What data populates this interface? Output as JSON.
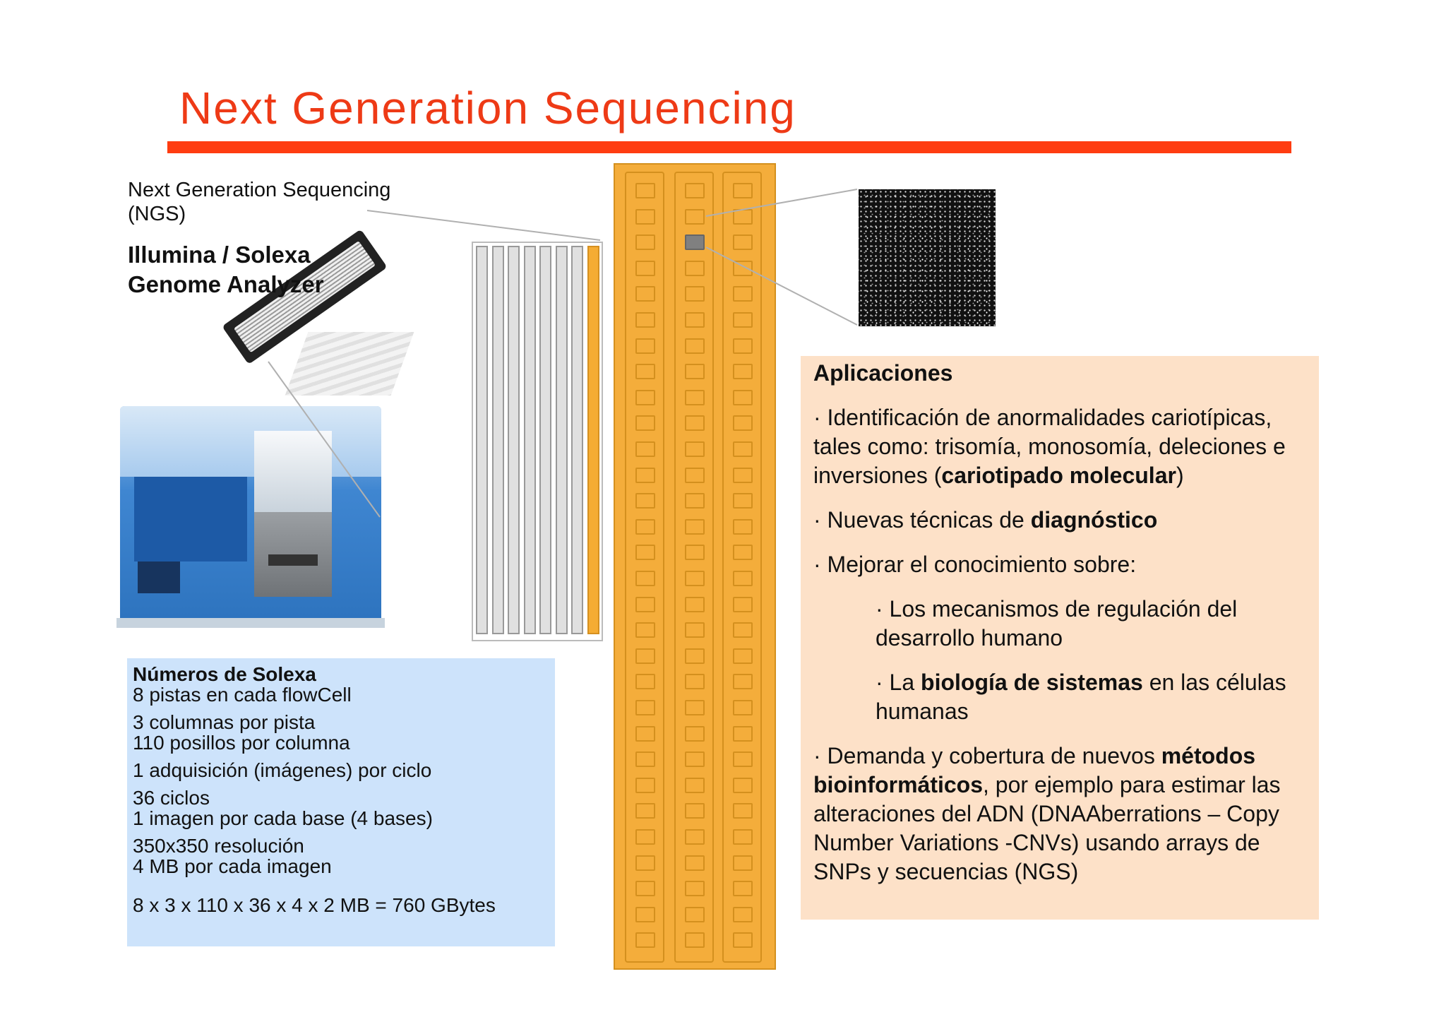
{
  "slide": {
    "title": "Next Generation Sequencing",
    "ngs_label_line1": "Next Generation Sequencing",
    "ngs_label_line2": "(NGS)",
    "illumina_line1": "Illumina / Solexa",
    "illumina_line2": "Genome Analyzer"
  },
  "colors": {
    "title": "#ee3a16",
    "title_bar": "#ff3c10",
    "flowcell": "#f4ad3b",
    "solexa_box": "#cde3fb",
    "apps_box": "#fde1c8"
  },
  "solexa": {
    "title": "Números de Solexa",
    "lines": [
      "8 pistas en cada flowCell",
      "3 columnas por pista",
      "110 posillos por columna",
      "1 adquisición (imágenes) por ciclo",
      "36 ciclos",
      "1 imagen por cada base (4 bases)",
      "350x350 resolución",
      "4 MB por cada imagen",
      "8 x 3 x 110 x 36 x 4 x 2 MB = 760 GBytes"
    ]
  },
  "apps": {
    "title": "Aplicaciones",
    "i1_a": "Identificación de anormalidades cariotípicas, tales como: trisomía, monosomía, deleciones e inversiones (",
    "i1_b": "cariotipado molecular",
    "i1_c": ")",
    "i2_a": "Nuevas técnicas de ",
    "i2_b": "diagnóstico",
    "i3": "Mejorar el conocimiento sobre:",
    "s1": "Los mecanismos de regulación del desarrollo humano",
    "s2_a": "La ",
    "s2_b": "biología de sistemas",
    "s2_c": " en las células humanas",
    "i4_a": "Demanda y cobertura de nuevos ",
    "i4_b": "métodos bioinformáticos",
    "i4_c": ", por ejemplo para estimar las alteraciones del ADN (DNAAberrations – Copy Number Variations -CNVs) usando arrays de SNPs y secuencias (NGS)",
    "bullet": "·"
  }
}
